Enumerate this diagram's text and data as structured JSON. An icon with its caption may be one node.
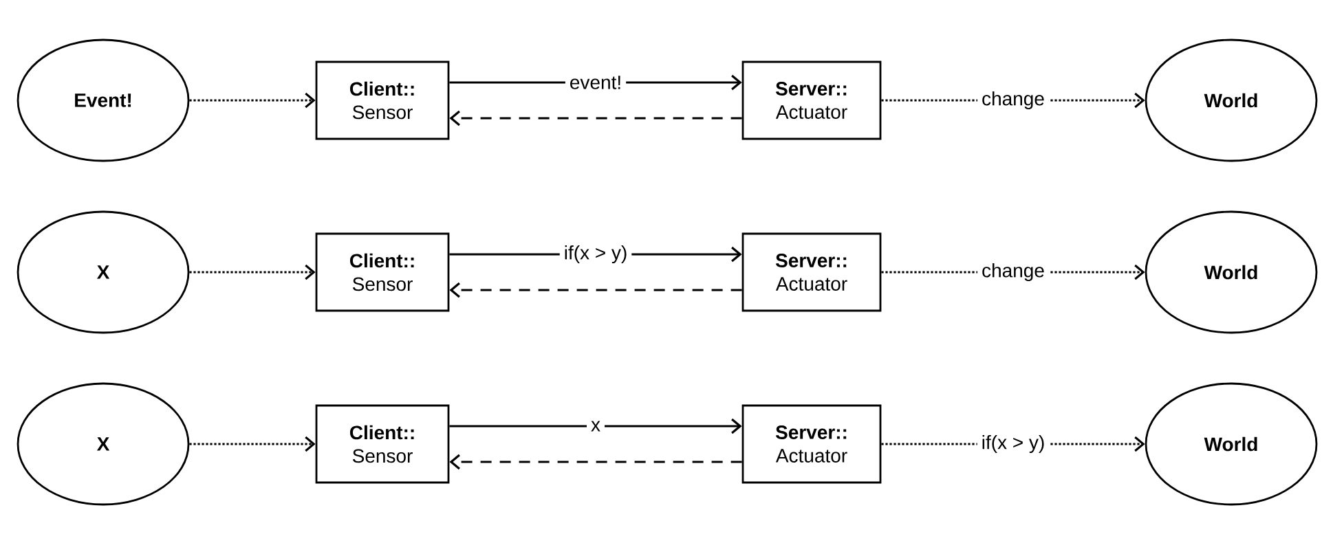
{
  "diagram": {
    "nodes": [
      {
        "text": [
          "Event!"
        ]
      },
      {
        "text": [
          "Client::",
          "Sensor"
        ]
      },
      {
        "text": [
          "Server::",
          "Actuator"
        ]
      },
      {
        "text": [
          "World"
        ]
      },
      {
        "text": [
          "X"
        ]
      },
      {
        "text": [
          "Client::",
          "Sensor"
        ]
      },
      {
        "text": [
          "Server::",
          "Actuator"
        ]
      },
      {
        "text": [
          "World"
        ]
      },
      {
        "text": [
          "X"
        ]
      },
      {
        "text": [
          "Client::",
          "Sensor"
        ]
      },
      {
        "text": [
          "Server::",
          "Actuator"
        ]
      },
      {
        "text": [
          "World"
        ]
      }
    ],
    "edges": [
      {
        "from": 0,
        "to": 1,
        "arrow": "to",
        "style": "dashed"
      },
      {
        "from": 1,
        "to": 2,
        "arrow": "to",
        "label": "event!"
      },
      {
        "from": 2,
        "to": 1,
        "arrow": "to",
        "style": "dashed"
      },
      {
        "from": 2,
        "to": 3,
        "arrow": "to",
        "label": "change",
        "style": "dashed"
      },
      {
        "from": 4,
        "to": 5,
        "arrow": "to",
        "style": "dashed"
      },
      {
        "from": 5,
        "to": 6,
        "arrow": "to",
        "label": "if(x > y)"
      },
      {
        "from": 6,
        "to": 5,
        "arrow": "to",
        "style": "dashed"
      },
      {
        "from": 6,
        "to": 7,
        "arrow": "to",
        "label": "change",
        "style": "dashed"
      },
      {
        "from": 8,
        "to": 9,
        "arrow": "to",
        "style": "dashed"
      },
      {
        "from": 9,
        "to": 10,
        "arrow": "to",
        "label": "x"
      },
      {
        "from": 10,
        "to": 9,
        "arrow": "to",
        "style": "dashed"
      },
      {
        "from": 10,
        "to": 11,
        "arrow": "to",
        "label": "if(x > y)",
        "style": "dashed"
      }
    ]
  }
}
